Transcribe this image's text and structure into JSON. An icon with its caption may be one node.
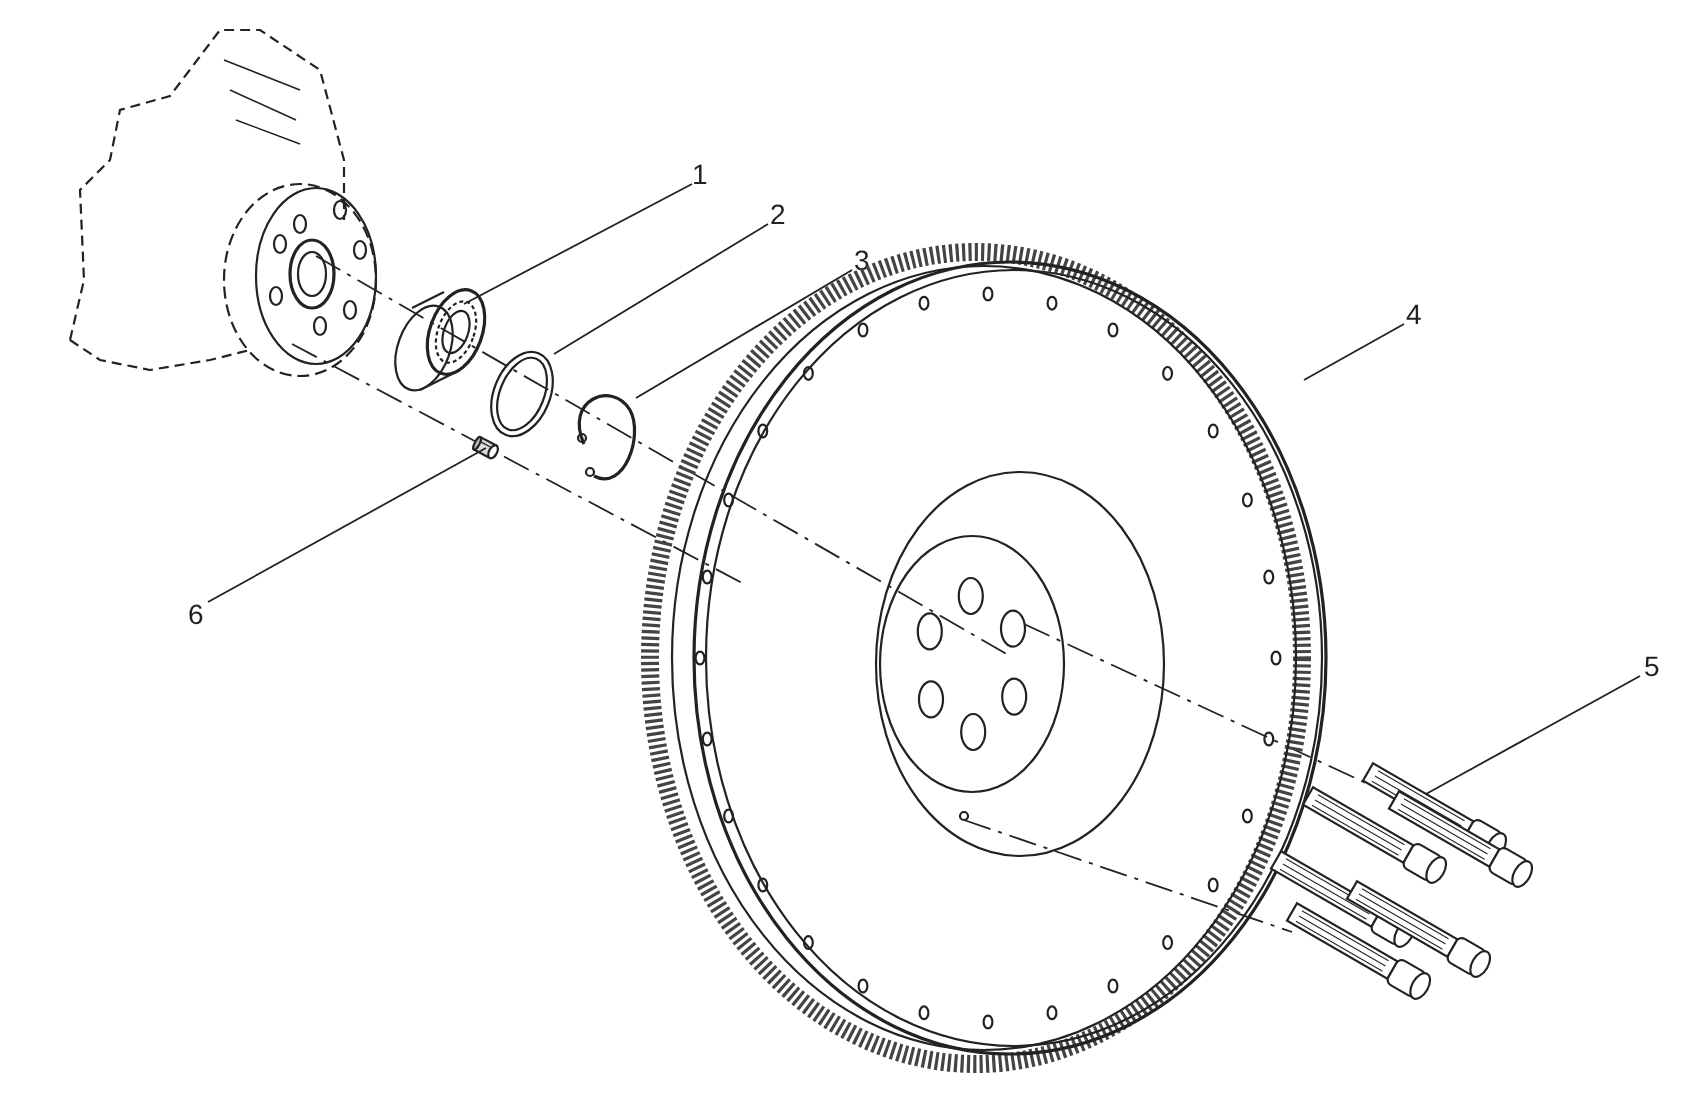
{
  "diagram": {
    "nodes": [
      {
        "text": [
          "1"
        ]
      },
      {
        "text": [
          "2"
        ]
      },
      {
        "text": [
          "3"
        ]
      },
      {
        "text": [
          "4"
        ]
      },
      {
        "text": [
          "5"
        ]
      },
      {
        "text": [
          "6"
        ]
      },
      {
        "text": [],
        "shape": "picture"
      },
      {
        "text": [],
        "shape": "picture"
      },
      {
        "text": [],
        "shape": "picture"
      },
      {
        "text": [],
        "shape": "picture"
      },
      {
        "text": [],
        "shape": "picture"
      },
      {
        "text": [],
        "shape": "picture"
      }
    ],
    "edges": [
      {
        "from": 0,
        "to": 6,
        "arrow": "none"
      },
      {
        "from": 1,
        "to": 7,
        "arrow": "none"
      },
      {
        "from": 2,
        "to": 8,
        "arrow": "none"
      },
      {
        "from": 3,
        "to": 9,
        "arrow": "none"
      },
      {
        "from": 4,
        "to": 10,
        "arrow": "none"
      },
      {
        "from": 5,
        "to": 11,
        "arrow": "none"
      }
    ]
  }
}
